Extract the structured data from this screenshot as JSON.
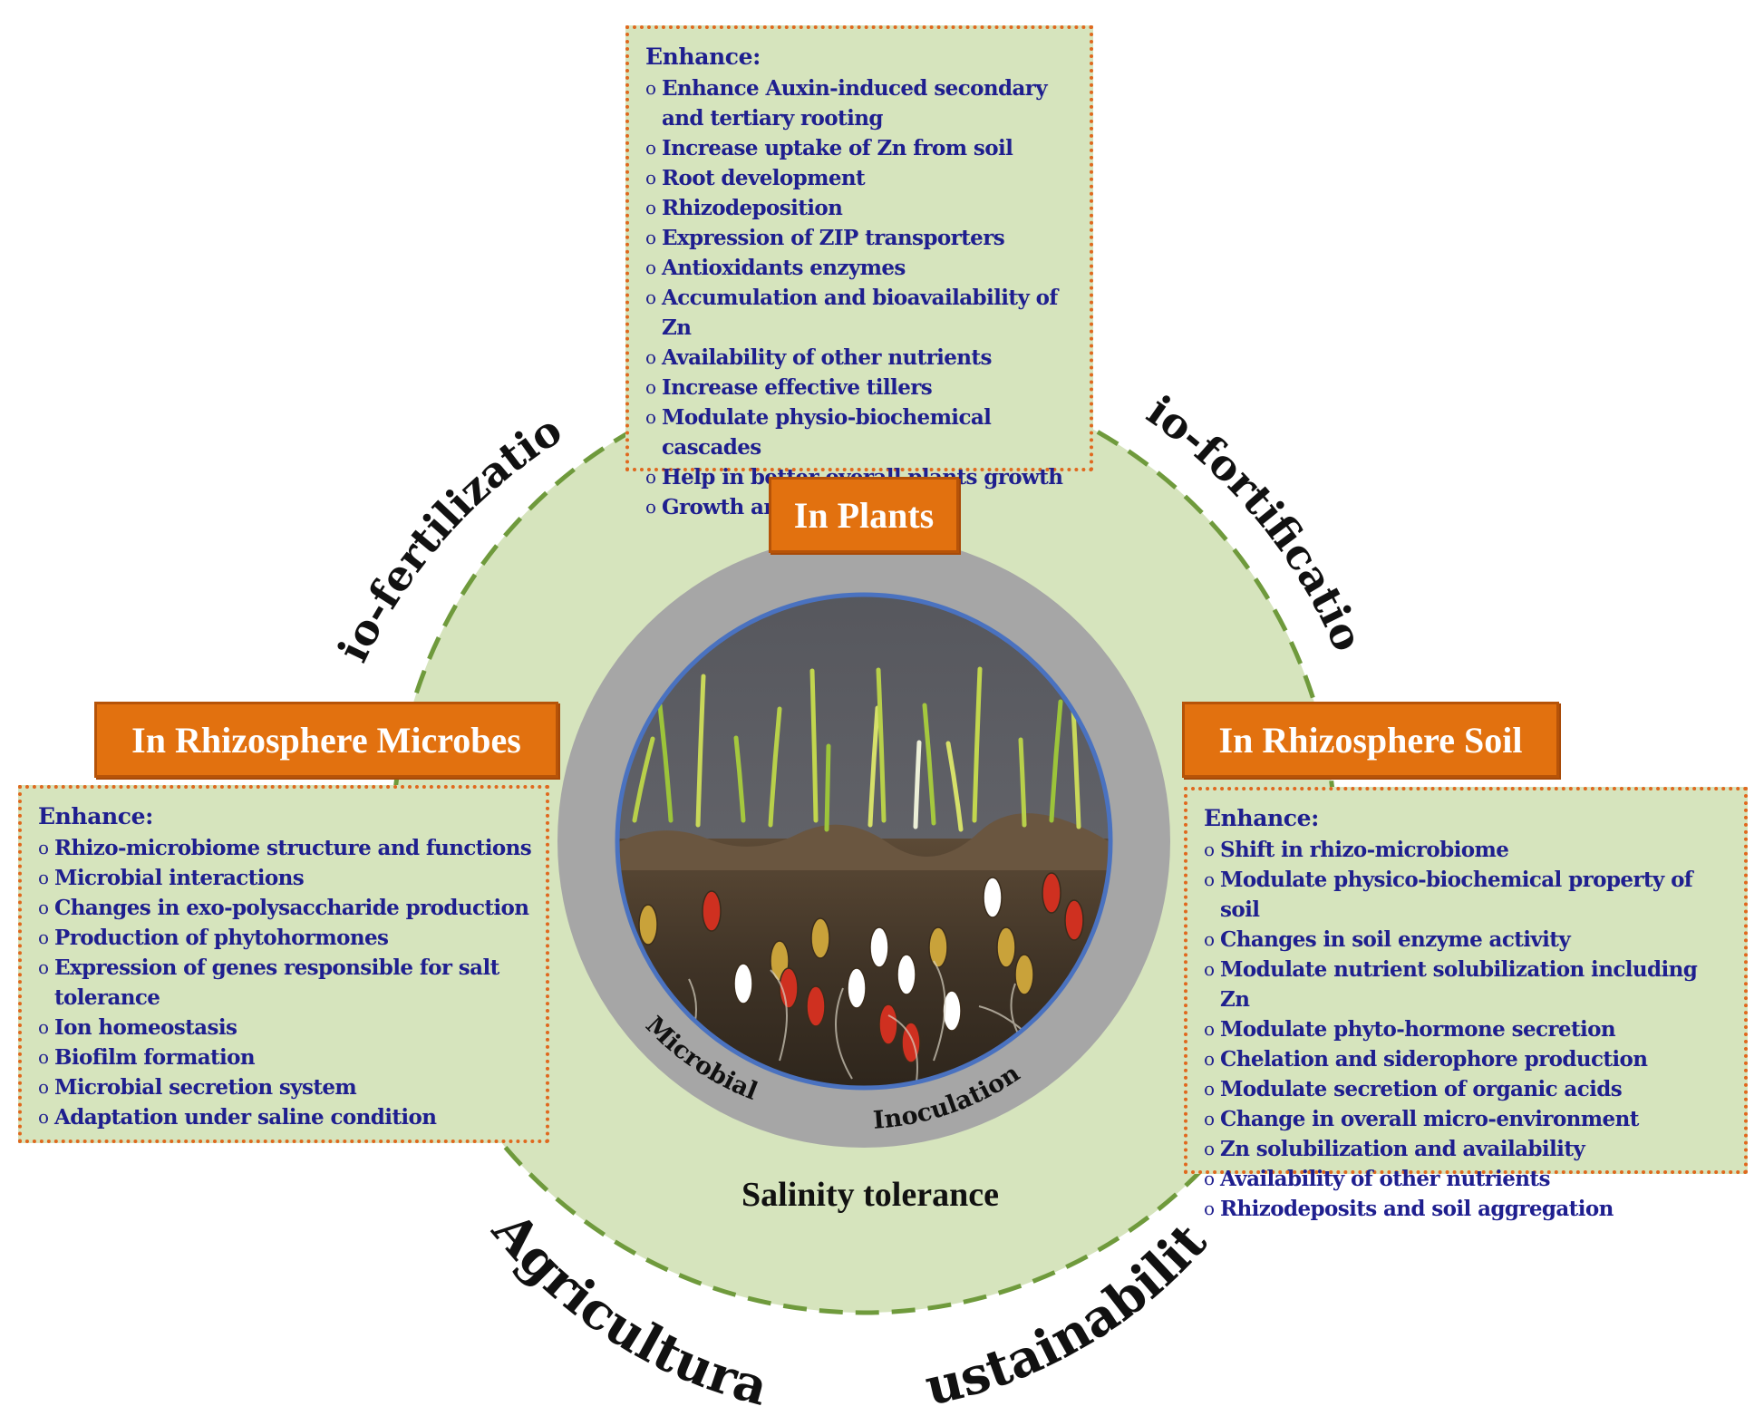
{
  "center": {
    "ring_labels": [
      "Microbial",
      "Inoculation"
    ],
    "bottom_label": "Salinity tolerance"
  },
  "outer_labels": {
    "top_left": "Bio-fertilization",
    "top_right": "Bio-fortification",
    "bottom_left": "Agricultural",
    "bottom_right": "sustainability"
  },
  "plants": {
    "label": "In Plants",
    "heading": "Enhance:",
    "items": [
      "Enhance Auxin-induced secondary and tertiary rooting",
      "Increase uptake of Zn from soil",
      "Root development",
      "Rhizodeposition",
      "Expression of ZIP transporters",
      "Antioxidants enzymes",
      "Accumulation and bioavailability of Zn",
      "Availability of other nutrients",
      "Increase effective tillers",
      "Modulate physio-biochemical cascades",
      "Help in better overall plants growth",
      "Growth and yield"
    ]
  },
  "microbes": {
    "label": "In Rhizosphere Microbes",
    "heading": "Enhance:",
    "items": [
      "Rhizo-microbiome structure and functions",
      "Microbial interactions",
      "Changes in exo-polysaccharide production",
      "Production of phytohormones",
      "Expression of genes responsible for salt tolerance",
      "Ion homeostasis",
      "Biofilm formation",
      "Microbial secretion system",
      "Adaptation under saline condition"
    ]
  },
  "soil": {
    "label": "In Rhizosphere Soil",
    "heading": "Enhance:",
    "items": [
      "Shift in rhizo-microbiome",
      "Modulate physico-biochemical property of soil",
      "Changes in soil enzyme activity",
      "Modulate nutrient solubilization including Zn",
      "Modulate phyto-hormone secretion",
      "Chelation and siderophore production",
      "Modulate secretion of organic acids",
      "Change in overall micro-environment",
      "Zn solubilization and availability",
      "Availability of other nutrients",
      "Rhizodeposits and soil aggregation"
    ]
  },
  "colors": {
    "outer_circle": "#d6e4bd",
    "outer_circle_border": "#6f9a3c",
    "gray_ring": "#a6a6a6",
    "label_box": "#e2710f",
    "bullet_text": "#1f1f8f",
    "box_border": "#e0681e"
  }
}
